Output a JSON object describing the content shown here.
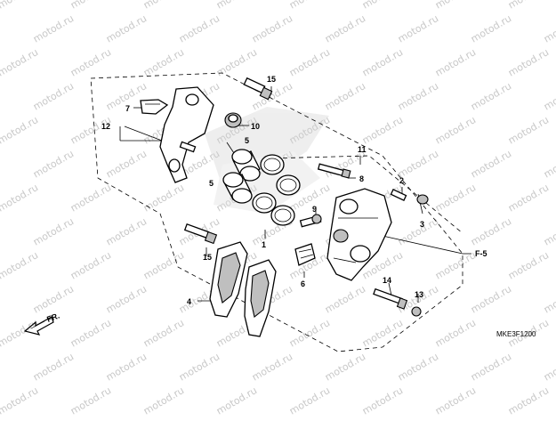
{
  "watermark": {
    "text": "motod.ru"
  },
  "callouts": {
    "c1": "1",
    "c2": "2",
    "c3": "3",
    "c4": "4",
    "c5a": "5",
    "c5b": "5",
    "c6": "6",
    "c7": "7",
    "c8": "8",
    "c9": "9",
    "c10": "10",
    "c11": "11",
    "c12": "12",
    "c13": "13",
    "c14": "14",
    "c15a": "15",
    "c15b": "15"
  },
  "reference": {
    "f5": "F-5"
  },
  "direction": {
    "fr": "FR."
  },
  "diagram_code": "MKE3F1200"
}
